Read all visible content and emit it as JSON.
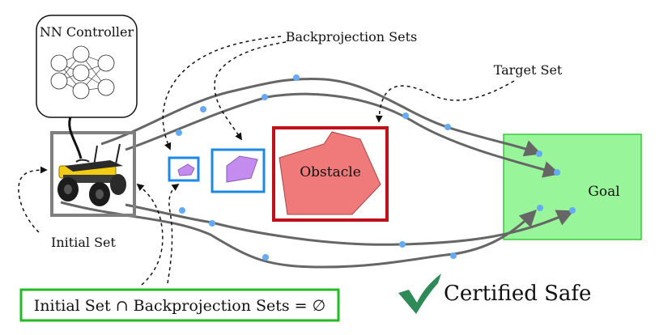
{
  "controller": {
    "label": "NN Controller"
  },
  "labels": {
    "backprojection_sets": "Backprojection Sets",
    "target_set": "Target Set",
    "obstacle": "Obstacle",
    "goal": "Goal",
    "initial_set": "Initial Set",
    "certified_safe": "Certified Safe"
  },
  "equation": {
    "text": "Initial Set ∩ Backprojection Sets = ∅"
  },
  "colors": {
    "initial_set_box": "#7f7f7f",
    "backprojection_box": "#1e88e5",
    "backprojection_fill": "#c58cf0",
    "obstacle_box": "#c0101a",
    "obstacle_fill": "#f07a7a",
    "goal_fill": "#99f59a",
    "goal_border": "#39c83b",
    "trajectory": "#666666",
    "waypoint": "#64aaf5",
    "check": "#2e8b57",
    "equation_border": "#22bb22",
    "robot_body": "#f2cc12"
  },
  "icons": {
    "robot": "robot-rover-icon",
    "check": "checkmark-icon",
    "network": "neural-network-icon"
  }
}
